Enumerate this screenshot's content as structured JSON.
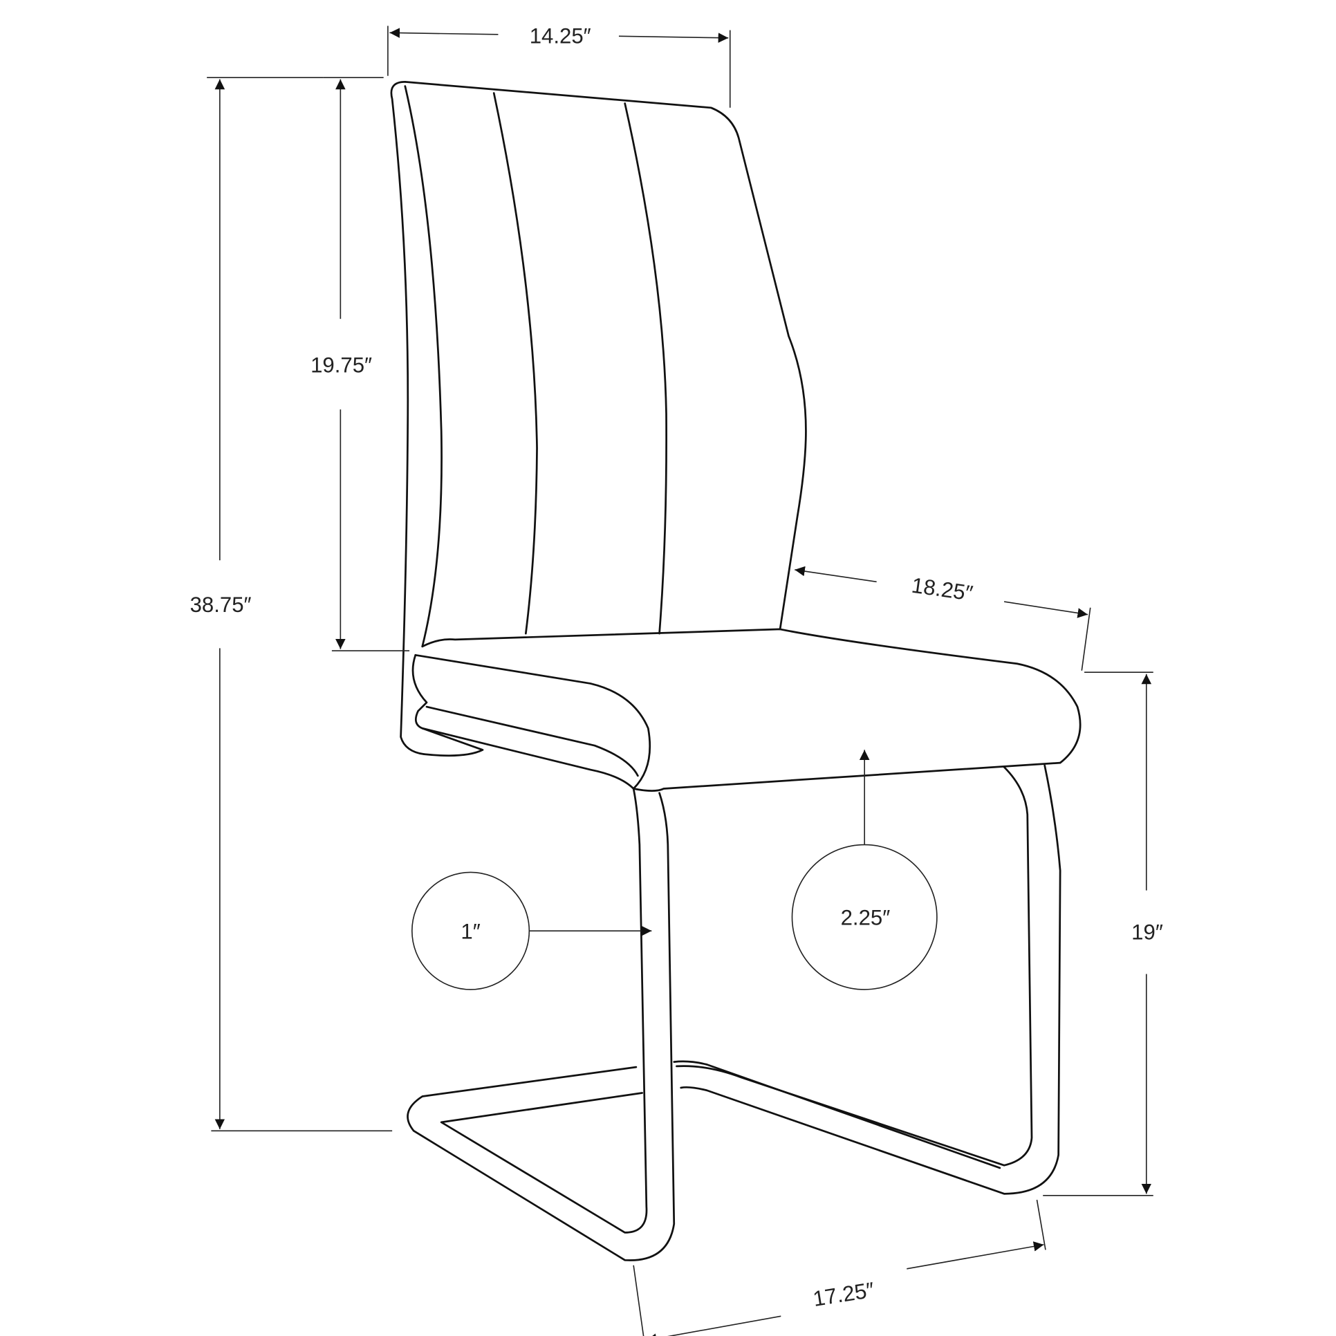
{
  "title": "Chair dimensions diagram",
  "dimensions": {
    "width": "14.25″",
    "back_height": "19.75″",
    "overall_height": "38.75″",
    "seat_depth": "18.25″",
    "seat_height": "19″",
    "tube_diameter": "1″",
    "seat_thickness": "2.25″",
    "base_depth": "17.25″"
  },
  "colors": {
    "line": "#111111",
    "background": "#ffffff"
  }
}
